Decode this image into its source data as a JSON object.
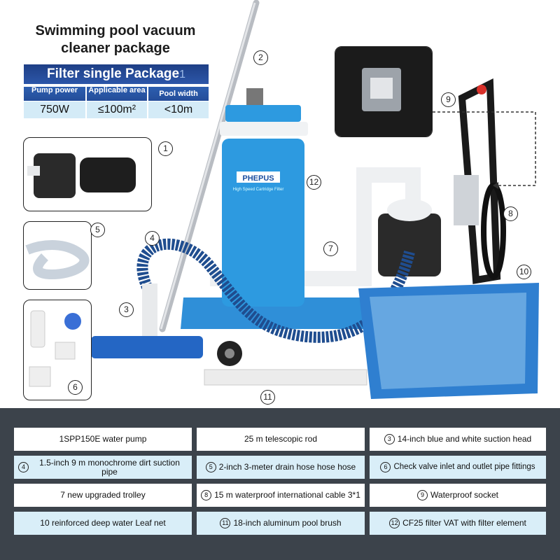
{
  "title": "Swimming pool vacuum cleaner package",
  "package_banner": "Filter single Package",
  "specs": {
    "headers": [
      "Pump power",
      "Applicable area",
      "Pool width"
    ],
    "values": [
      "750W",
      "≤100m²",
      "<10m"
    ]
  },
  "brand_label": "PHEPUS",
  "filter_subtitle": "High Speed Cartridge Filter",
  "callout_numbers": [
    "1",
    "2",
    "3",
    "4",
    "5",
    "6",
    "7",
    "8",
    "9",
    "10",
    "11",
    "12"
  ],
  "items": [
    {
      "n": "",
      "text": "1SPP150E water pump"
    },
    {
      "n": "",
      "text": "25 m telescopic rod"
    },
    {
      "n": "3",
      "text": "14-inch blue and white suction head"
    },
    {
      "n": "4",
      "text": "1.5-inch 9 m monochrome dirt suction pipe"
    },
    {
      "n": "5",
      "text": "2-inch 3-meter drain hose hose hose"
    },
    {
      "n": "6",
      "text": "Check valve inlet and outlet pipe fittings"
    },
    {
      "n": "",
      "text": "7 new upgraded trolley"
    },
    {
      "n": "8",
      "text": "15 m waterproof international cable 3*1"
    },
    {
      "n": "9",
      "text": "Waterproof socket"
    },
    {
      "n": "",
      "text": "10 reinforced deep water Leaf net"
    },
    {
      "n": "11",
      "text": "18-inch aluminum pool brush"
    },
    {
      "n": "12",
      "text": "CF25 filter VAT with filter element"
    }
  ],
  "colors": {
    "banner": "#1e3f86",
    "spec_header": "#2d5fb0",
    "spec_value_bg": "#d4ebf7",
    "panel_bg": "#3c434b",
    "cell_light": "#d9eef8",
    "product_blue": "#2f8fd8"
  }
}
